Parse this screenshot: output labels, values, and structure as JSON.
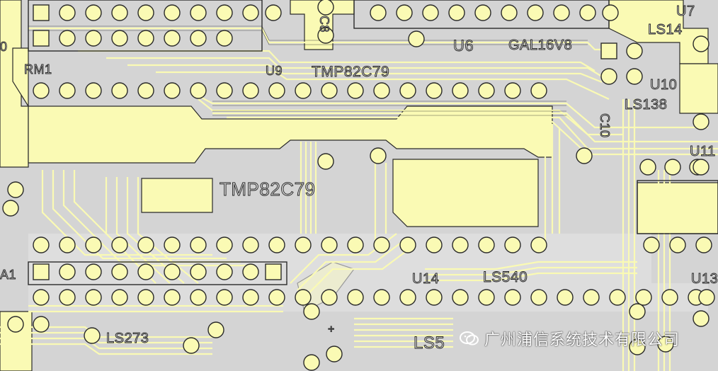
{
  "board": {
    "labels": [
      {
        "id": "u7",
        "text": "U7",
        "rot": 0
      },
      {
        "id": "ls14",
        "text": "LS14",
        "rot": 0
      },
      {
        "id": "c8",
        "text": "C8",
        "rot": 90
      },
      {
        "id": "u6",
        "text": "U6",
        "rot": 0
      },
      {
        "id": "gal16v8",
        "text": "GAL16V8",
        "rot": 0
      },
      {
        "id": "rm1",
        "text": "RM1",
        "rot": 0
      },
      {
        "id": "u9",
        "text": "U9",
        "rot": 0
      },
      {
        "id": "tmp82c79-top",
        "text": "TMP82C79",
        "rot": 0
      },
      {
        "id": "u10",
        "text": "U10",
        "rot": 0
      },
      {
        "id": "ls138",
        "text": "LS138",
        "rot": 0
      },
      {
        "id": "c10",
        "text": "C10",
        "rot": 90
      },
      {
        "id": "u11",
        "text": "U11",
        "rot": 0
      },
      {
        "id": "tmp82c79-main",
        "text": "TMP82C79",
        "rot": 0
      },
      {
        "id": "u14",
        "text": "U14",
        "rot": 0
      },
      {
        "id": "ls540",
        "text": "LS540",
        "rot": 0
      },
      {
        "id": "u13",
        "text": "U13",
        "rot": 0
      },
      {
        "id": "a1",
        "text": "A1",
        "rot": 0
      },
      {
        "id": "ls273",
        "text": "LS273",
        "rot": 0
      },
      {
        "id": "ls5",
        "text": "LS5",
        "rot": 0
      },
      {
        "id": "plus",
        "text": "+",
        "rot": 0
      },
      {
        "id": "o-left",
        "text": "0",
        "rot": 0
      }
    ],
    "colors": {
      "copper": "#fafab4",
      "substrate": "#d4d4d4",
      "outline": "#2a2a2a"
    }
  },
  "watermark": {
    "text": "广州浦信系统技术有限公司",
    "icon": "wechat-icon"
  }
}
